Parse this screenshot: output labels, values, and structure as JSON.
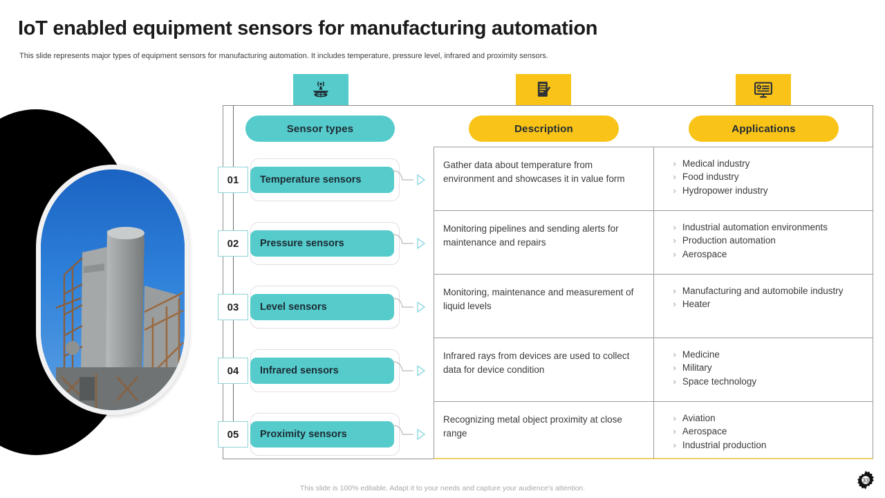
{
  "header": {
    "title": "IoT enabled equipment sensors for manufacturing automation",
    "subtitle": "This slide represents major types of equipment sensors for manufacturing automation. It includes temperature, pressure level, infrared and proximity sensors."
  },
  "icon_tabs": [
    {
      "name": "signal-tower-globe-icon",
      "color": "#55cbcb"
    },
    {
      "name": "document-pen-icon",
      "color": "#f9c318"
    },
    {
      "name": "monitor-screen-icon",
      "color": "#f9c318"
    }
  ],
  "columns": [
    {
      "label": "Sensor types",
      "color": "#55cbcb"
    },
    {
      "label": "Description",
      "color": "#f9c318"
    },
    {
      "label": "Applications",
      "color": "#f9c318"
    }
  ],
  "rows": [
    {
      "number": "01",
      "sensor": "Temperature sensors",
      "description": "Gather data about temperature from environment and showcases it in value form",
      "applications": [
        "Medical industry",
        "Food industry",
        "Hydropower industry"
      ]
    },
    {
      "number": "02",
      "sensor": "Pressure sensors",
      "description": "Monitoring pipelines and sending alerts for maintenance and repairs",
      "applications": [
        "Industrial automation environments",
        "Production automation",
        "Aerospace"
      ]
    },
    {
      "number": "03",
      "sensor": "Level sensors",
      "description": "Monitoring, maintenance and measurement of liquid levels",
      "applications": [
        "Manufacturing and automobile industry",
        "Heater"
      ]
    },
    {
      "number": "04",
      "sensor": "Infrared sensors",
      "description": "Infrared rays from devices are used to collect data for device condition",
      "applications": [
        "Medicine",
        "Military",
        "Space technology"
      ]
    },
    {
      "number": "05",
      "sensor": "Proximity sensors",
      "description": "Recognizing metal object proximity at close range",
      "applications": [
        "Aviation",
        "Aerospace",
        "Industrial production"
      ]
    }
  ],
  "bullet_marker": "›",
  "footer": {
    "note": "This slide is 100% editable. Adapt it to your needs and capture your audience's attention.",
    "page_number": "33"
  },
  "image": {
    "name": "industrial-plant-photo",
    "alt": "Industrial cement plant silo with steel scaffolding against blue sky"
  },
  "colors": {
    "teal": "#55cbcb",
    "yellow": "#f9c318",
    "text_dark": "#1a1a1a",
    "border_gray": "#9a9a9a",
    "accent_bottom": "#f2cf6a"
  }
}
